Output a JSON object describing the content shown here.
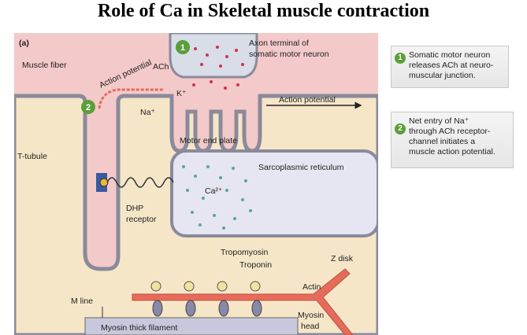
{
  "title": "Role of Ca in Skeletal muscle contraction",
  "figure": {
    "panel_label": "(a)",
    "labels": {
      "axon_terminal": "Axon terminal of",
      "axon_terminal_2": "somatic motor neuron",
      "ach": "ACh",
      "muscle_fiber": "Muscle fiber",
      "action_potential_curve": "Action potential",
      "k_ion": "K⁺",
      "na_ion": "Na⁺",
      "action_potential_right": "Action potential",
      "motor_end_plate": "Motor end plate",
      "t_tubule": "T-tubule",
      "sarcoplasmic_reticulum": "Sarcoplasmic reticulum",
      "calcium": "Ca²⁺",
      "dhp": "DHP",
      "receptor": "receptor",
      "tropomyosin": "Tropomyosin",
      "troponin": "Troponin",
      "z_disk": "Z disk",
      "actin": "Actin",
      "m_line": "M line",
      "myosin_head": "Myosin",
      "myosin_head_2": "head",
      "myosin_thick": "Myosin thick filament"
    },
    "markers": {
      "step1": "1",
      "step2": "2"
    }
  },
  "steps": [
    {
      "number": "1",
      "lines": [
        "Somatic motor neuron",
        "releases ACh at neuro-",
        "muscular junction."
      ]
    },
    {
      "number": "2",
      "lines": [
        "Net entry of Na⁺",
        "through ACh receptor-",
        "channel initiates a",
        "muscle action potential."
      ]
    }
  ],
  "colors": {
    "cytoplasm": "#f6e6c8",
    "membrane": "#8a8a9a",
    "extracellular": "#f3c9c9",
    "sr_fill": "#e6e6f2",
    "calcium_dots": "#5aa69a",
    "ach_dots": "#d0324a",
    "actin": "#e56b5a",
    "myosin_bar": "#c8c8dc",
    "step_green": "#5a9e3a"
  }
}
